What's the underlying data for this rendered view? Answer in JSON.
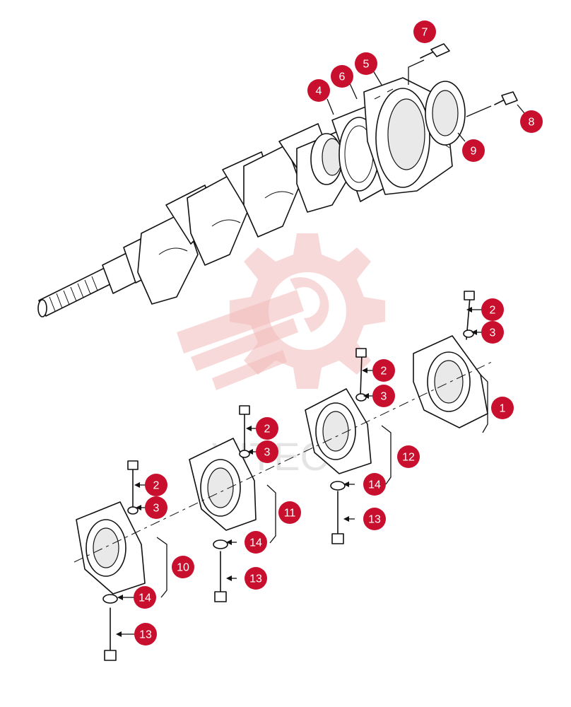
{
  "title": "",
  "watermark": {
    "text": "VITEC",
    "icon": "gear-wrench-icon",
    "color": "#f3b9b9"
  },
  "badge_color": "#c8102e",
  "callouts": [
    {
      "id": "c7",
      "label": "7"
    },
    {
      "id": "c5",
      "label": "5"
    },
    {
      "id": "c6",
      "label": "6"
    },
    {
      "id": "c4",
      "label": "4"
    },
    {
      "id": "c8",
      "label": "8"
    },
    {
      "id": "c9",
      "label": "9"
    },
    {
      "id": "c2a",
      "label": "2"
    },
    {
      "id": "c3a",
      "label": "3"
    },
    {
      "id": "c1",
      "label": "1"
    },
    {
      "id": "c2b",
      "label": "2"
    },
    {
      "id": "c3b",
      "label": "3"
    },
    {
      "id": "c12",
      "label": "12"
    },
    {
      "id": "c14a",
      "label": "14"
    },
    {
      "id": "c13a",
      "label": "13"
    },
    {
      "id": "c2c",
      "label": "2"
    },
    {
      "id": "c3c",
      "label": "3"
    },
    {
      "id": "c11",
      "label": "11"
    },
    {
      "id": "c14b",
      "label": "14"
    },
    {
      "id": "c13b",
      "label": "13"
    },
    {
      "id": "c2d",
      "label": "2"
    },
    {
      "id": "c3d",
      "label": "3"
    },
    {
      "id": "c10",
      "label": "10"
    },
    {
      "id": "c14c",
      "label": "14"
    },
    {
      "id": "c13c",
      "label": "13"
    }
  ]
}
